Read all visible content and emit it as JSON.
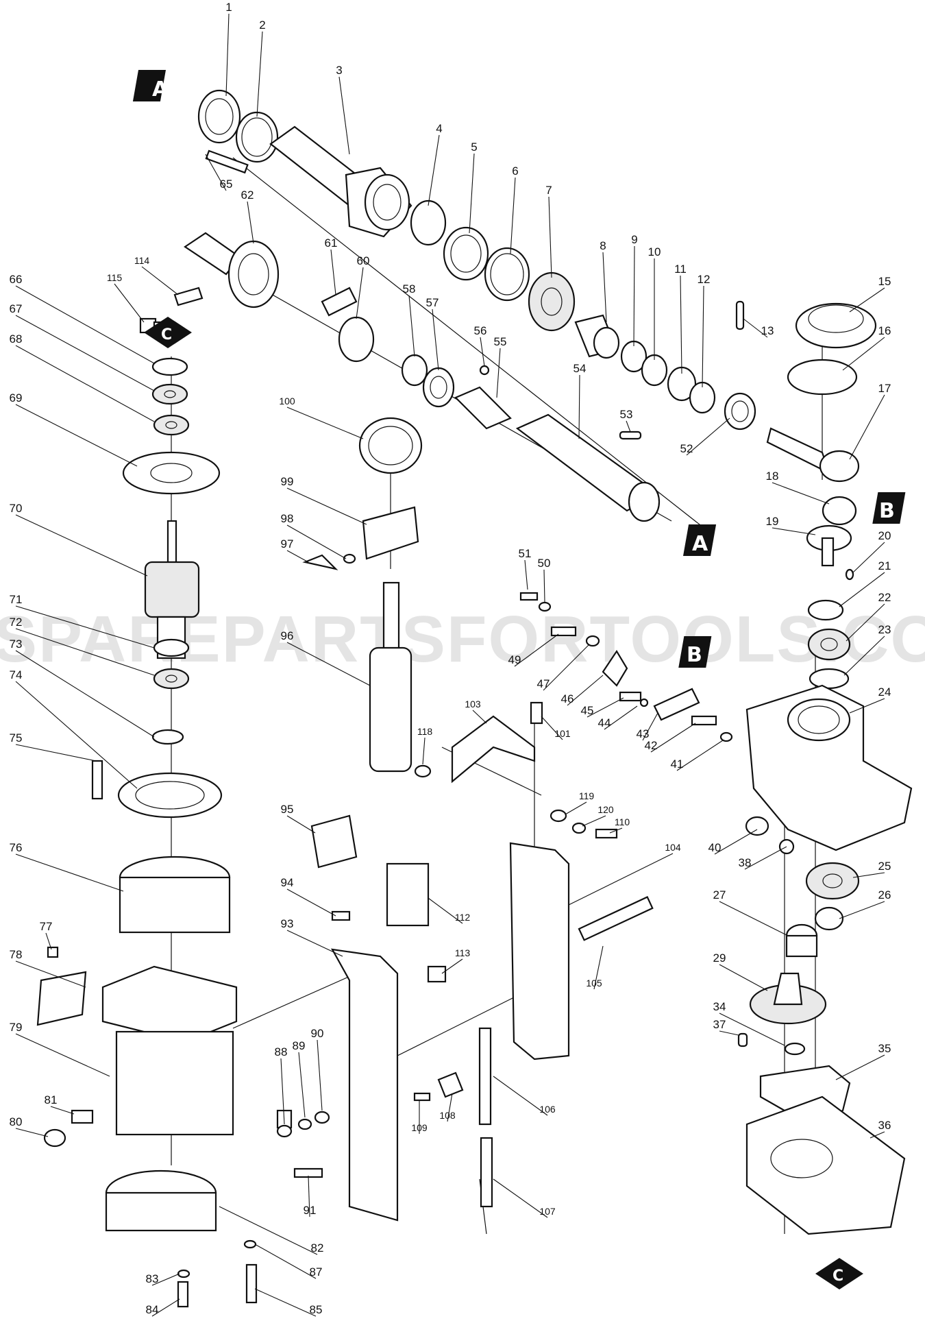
{
  "watermark": "SPAREPARTSFORTOOLS.COM.AU",
  "reference_markers": [
    "A",
    "B",
    "C"
  ],
  "part_numbers": [
    "1",
    "2",
    "3",
    "4",
    "5",
    "6",
    "7",
    "8",
    "9",
    "10",
    "11",
    "12",
    "13",
    "15",
    "16",
    "17",
    "18",
    "19",
    "20",
    "21",
    "22",
    "23",
    "24",
    "25",
    "26",
    "27",
    "29",
    "34",
    "35",
    "36",
    "37",
    "38",
    "40",
    "41",
    "42",
    "43",
    "44",
    "45",
    "46",
    "47",
    "49",
    "50",
    "51",
    "52",
    "53",
    "54",
    "55",
    "56",
    "57",
    "58",
    "60",
    "61",
    "62",
    "65",
    "66",
    "67",
    "68",
    "69",
    "70",
    "71",
    "72",
    "73",
    "74",
    "75",
    "76",
    "77",
    "78",
    "79",
    "80",
    "81",
    "82",
    "83",
    "84",
    "85",
    "87",
    "88",
    "89",
    "90",
    "91",
    "93",
    "94",
    "95",
    "96",
    "97",
    "98",
    "99",
    "100",
    "101",
    "103",
    "104",
    "105",
    "106",
    "107",
    "108",
    "109",
    "110",
    "112",
    "113",
    "114",
    "115",
    "118",
    "119",
    "120"
  ]
}
